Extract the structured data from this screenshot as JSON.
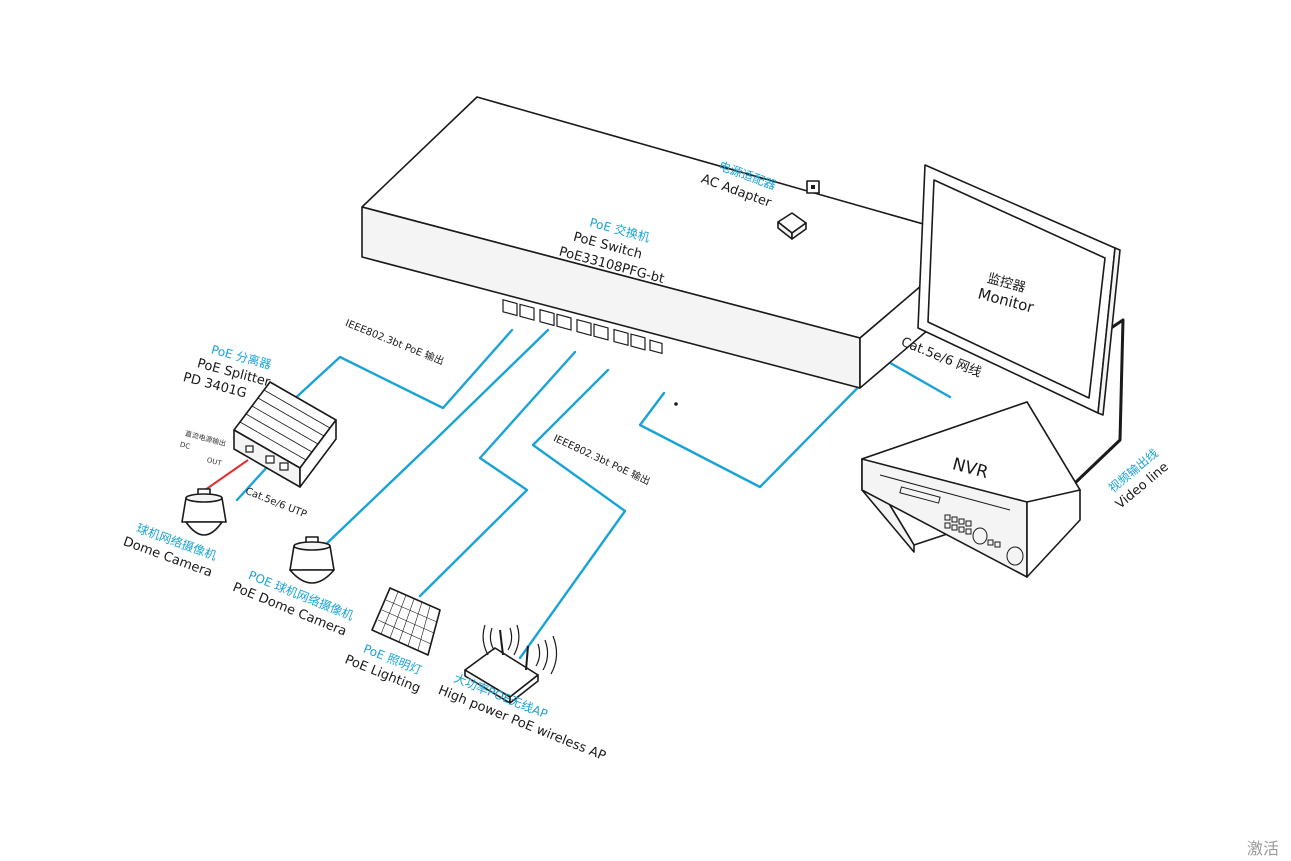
{
  "switch": {
    "label_cn": "PoE 交换机",
    "label_en": "PoE Switch",
    "model": "PoE33108PFG-bt"
  },
  "adapter": {
    "label_cn": "电源适配器",
    "label_en": "AC Adapter"
  },
  "monitor": {
    "label_cn": "监控器",
    "label_en": "Monitor"
  },
  "nvr": {
    "label": "NVR"
  },
  "splitter": {
    "label_cn": "PoE 分离器",
    "label_en": "PoE Splitter",
    "model": "PD 3401G",
    "dc_label_cn": "直流电源输出",
    "dc_label": "DC",
    "out_label": "OUT"
  },
  "cables": {
    "poe_out_1": "IEEE802.3bt PoE 输出",
    "poe_out_2": "IEEE802.3bt PoE 输出",
    "cat_nvr": "Cat.5e/6 网线",
    "cat_utp": "Cat.5e/6 UTP",
    "video_cn": "视频输出线",
    "video_en": "Video line"
  },
  "devices": {
    "dome": {
      "label_cn": "球机网络摄像机",
      "label_en": "Dome Camera"
    },
    "poe_dome": {
      "label_cn": "POE 球机网络摄像机",
      "label_en": "PoE Dome Camera"
    },
    "lighting": {
      "label_cn": "PoE 照明灯",
      "label_en": "PoE Lighting"
    },
    "ap": {
      "label_cn": "大功率POE无线AP",
      "label_en": "High power PoE wireless AP"
    }
  },
  "watermark": "激活",
  "colors": {
    "cable": "#1aa3d6",
    "power": "#e03030",
    "outline": "#1a1a1a"
  }
}
